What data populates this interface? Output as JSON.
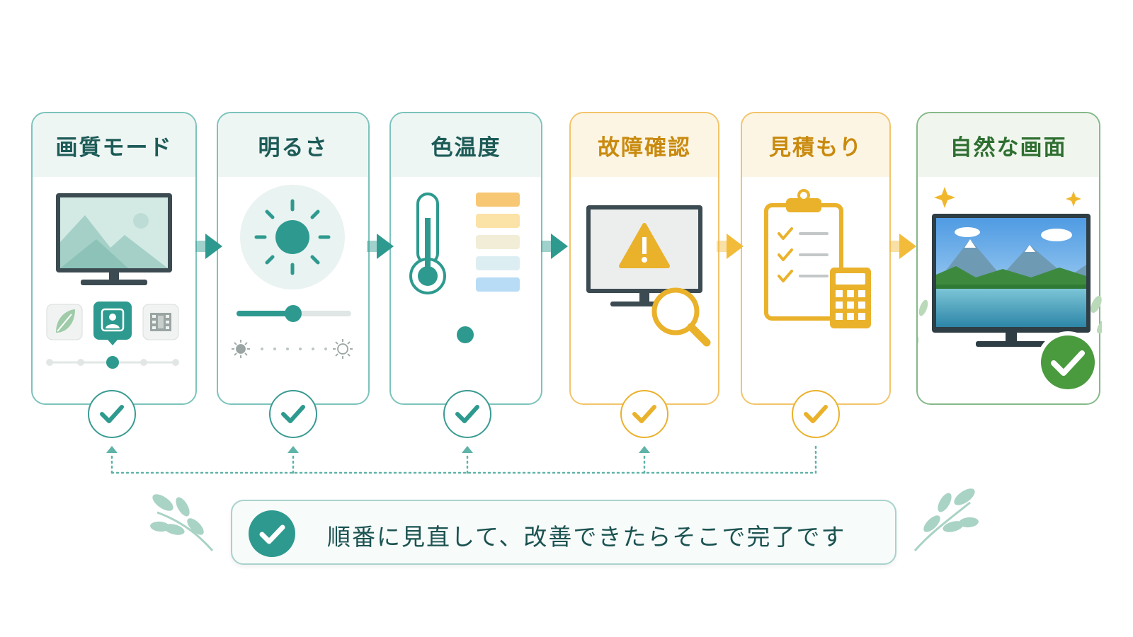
{
  "steps": [
    {
      "label": "画質モード",
      "theme": "teal"
    },
    {
      "label": "明るさ",
      "theme": "teal"
    },
    {
      "label": "色温度",
      "theme": "teal"
    },
    {
      "label": "故障確認",
      "theme": "amber"
    },
    {
      "label": "見積もり",
      "theme": "amber"
    },
    {
      "label": "自然な画面",
      "theme": "green"
    }
  ],
  "summary": {
    "text": "順番に見直して、改善できたらそこで完了です"
  },
  "colors": {
    "teal": "#2e9a8f",
    "teal_dark": "#1d5b57",
    "amber": "#eab12b",
    "amber_dark": "#c98a0e",
    "green": "#4a9a3e",
    "green_dark": "#2f6f31"
  }
}
